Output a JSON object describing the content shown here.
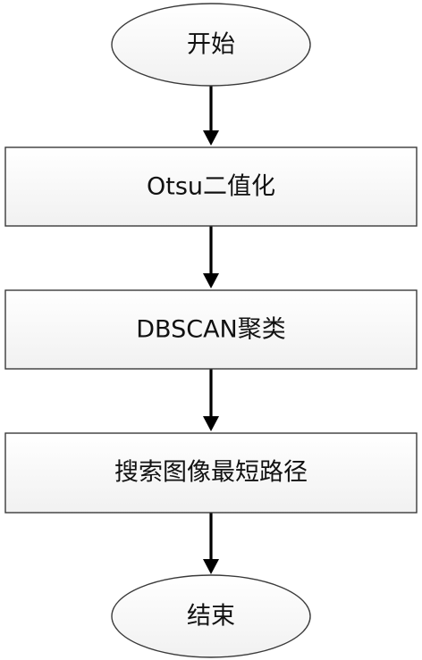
{
  "flowchart": {
    "nodes": [
      {
        "id": "start",
        "shape": "ellipse",
        "label": "开始"
      },
      {
        "id": "otsu",
        "shape": "rect",
        "label": "Otsu二值化"
      },
      {
        "id": "dbscan",
        "shape": "rect",
        "label": "DBSCAN聚类"
      },
      {
        "id": "search",
        "shape": "rect",
        "label": "搜索图像最短路径"
      },
      {
        "id": "end",
        "shape": "ellipse",
        "label": "结束"
      }
    ],
    "edges": [
      {
        "from": "start",
        "to": "otsu"
      },
      {
        "from": "otsu",
        "to": "dbscan"
      },
      {
        "from": "dbscan",
        "to": "search"
      },
      {
        "from": "search",
        "to": "end"
      }
    ]
  }
}
